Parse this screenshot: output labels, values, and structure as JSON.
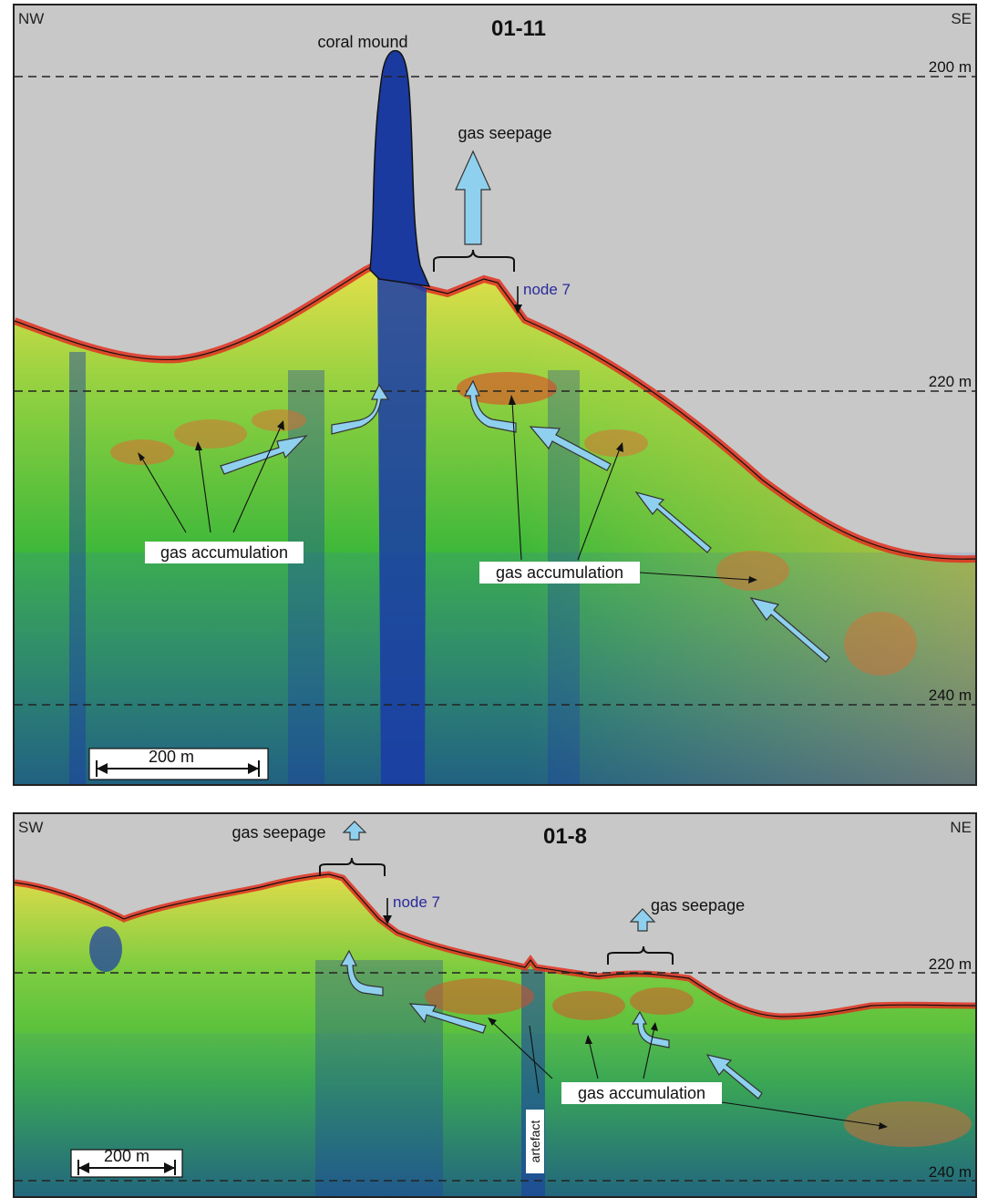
{
  "top_panel": {
    "id": "01-11",
    "left_direction": "NW",
    "right_direction": "SE",
    "depth_labels": [
      "200 m",
      "220 m",
      "240 m"
    ],
    "labels": {
      "coral_mound": "coral mound",
      "gas_seepage": "gas seepage",
      "node": "node 7",
      "gas_accumulation_left": "gas accumulation",
      "gas_accumulation_right": "gas accumulation"
    },
    "scale_bar": "200 m"
  },
  "bottom_panel": {
    "id": "01-8",
    "left_direction": "SW",
    "right_direction": "NE",
    "depth_labels": [
      "220 m",
      "240 m"
    ],
    "labels": {
      "gas_seepage_left": "gas seepage",
      "gas_seepage_right": "gas seepage",
      "node": "node 7",
      "gas_accumulation": "gas accumulation",
      "artefact": "artefact"
    },
    "scale_bar": "200 m"
  },
  "colors": {
    "water": "#c8c8c8",
    "sediment_green": "#3fb83a",
    "sediment_yellow": "#d8e04a",
    "reflector_red": "#e03020",
    "blue_deep": "#1a3ba8",
    "arrow_fill": "#8fd0ee",
    "node_text": "#2a2a9a"
  }
}
